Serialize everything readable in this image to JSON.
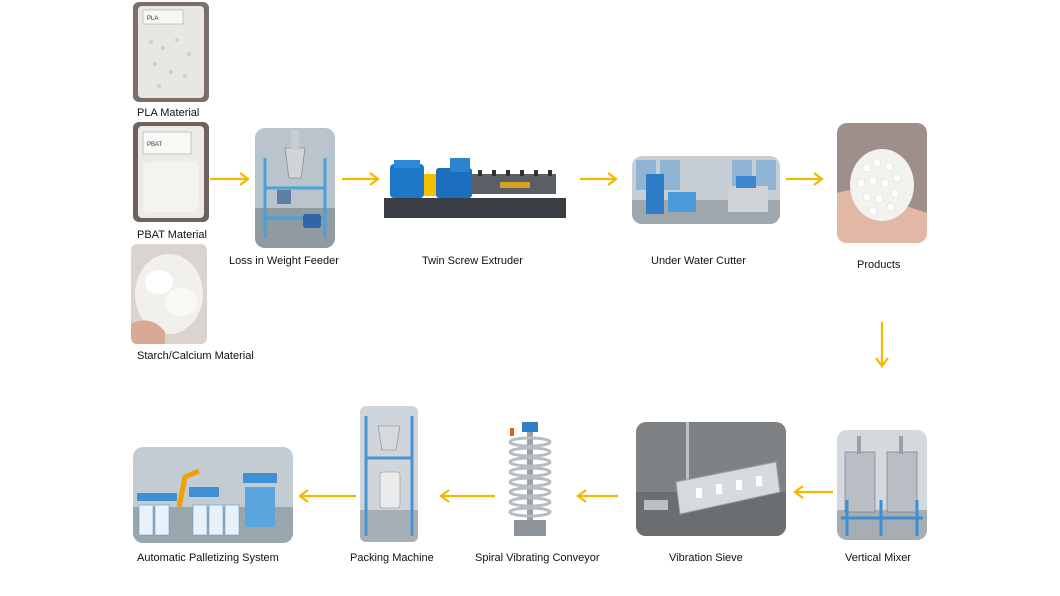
{
  "colors": {
    "arrow": "#f5b800",
    "label": "#111111"
  },
  "materials": [
    {
      "label": "PLA Material",
      "bag_text": "PLA"
    },
    {
      "label": "PBAT Material",
      "bag_text": "PBAT"
    },
    {
      "label": "Starch/Calcium Material"
    }
  ],
  "steps": {
    "feeder": "Loss in Weight Feeder",
    "extruder": "Twin Screw Extruder",
    "cutter": "Under Water Cutter",
    "products": "Products",
    "mixer": "Vertical Mixer",
    "sieve": "Vibration Sieve",
    "conveyor": "Spiral Vibrating Conveyor",
    "packing": "Packing Machine",
    "palletizing": "Automatic Palletizing System"
  }
}
